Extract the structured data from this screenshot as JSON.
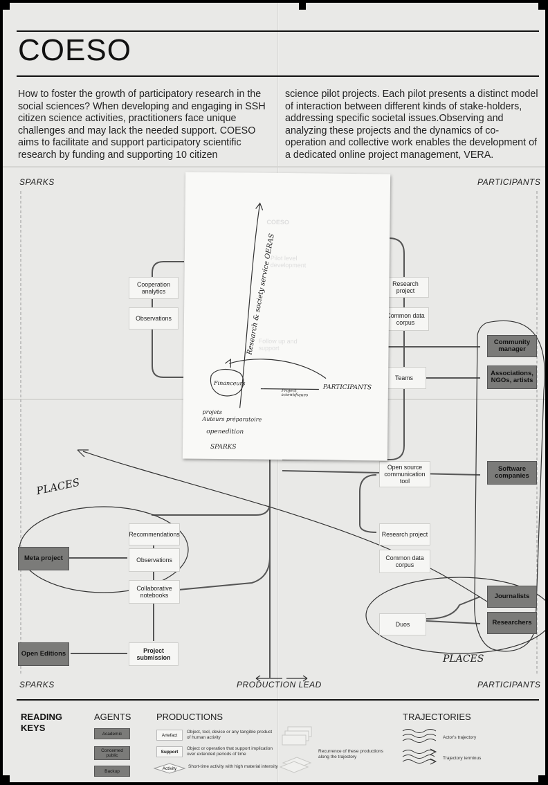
{
  "title": "COESO",
  "intro": {
    "left": "How to foster the growth of participatory research in the social sciences? When developing and engaging in SSH citizen science activities, practitioners face unique challenges and may lack the needed support. COESO aims to facilitate and support participatory scientific research by funding and supporting 10 citizen",
    "right": "science pilot projects.  Each pilot presents a distinct model of interaction between different kinds of stake-holders, addressing specific societal issues.Observing and analyzing these projects and the dynamics of co-operation and collective work enables the development of a dedicated online project management, VERA."
  },
  "corners": {
    "top_left": "SPARKS",
    "top_right": "PARTICIPANTS",
    "bottom_left": "SPARKS",
    "bottom_right": "PARTICIPANTS",
    "axis": "PRODUCTION LEAD"
  },
  "productions": {
    "cooperation_analytics": "Cooperation analytics",
    "observations_top": "Observations",
    "research_project_top": "Research project",
    "common_data_corpus_top": "Common data corpus",
    "teams": "Teams",
    "open_source_tool": "Open source communication tool",
    "research_project_bottom": "Research project",
    "common_data_corpus_bottom": "Common data corpus",
    "duos": "Duos",
    "recommendations": "Recommendations",
    "observations_bottom": "Observations",
    "collaborative_notebooks": "Collaborative notebooks",
    "project_submission": "Project submission"
  },
  "agents": {
    "community_manager": "Community manager",
    "associations": "Associations, NGOs, artists",
    "software_companies": "Software companies",
    "journalists": "Journalists",
    "researchers": "Researchers",
    "meta_project": "Meta project",
    "open_editions": "Open Editions"
  },
  "handwriting": {
    "places_left": "PLACES",
    "places_right": "PLACES",
    "vertical_axis": "Research & society service OERAS",
    "financeurs": "Financeurs",
    "participants": "PARTICIPANTS",
    "project_scientists": "Project scientifiques",
    "projects": "projets",
    "authors": "Auteurs préparatoire",
    "openedition": "openedition",
    "sparks": "SPARKS",
    "faded_lines": [
      "COESO",
      "Pilot level development",
      "Follow up and support"
    ]
  },
  "reading_keys": {
    "heading": "READING KEYS",
    "agents_heading": "AGENTS",
    "agent_items": [
      "Academic",
      "Concerned public",
      "Backup"
    ],
    "productions_heading": "PRODUCTIONS",
    "production_items": [
      {
        "label": "Artefact",
        "desc": "Object, tool, device or any tangible product of human activity"
      },
      {
        "label": "Support",
        "desc": "Object or operation that support implication over extended periods of time"
      },
      {
        "label": "Activity",
        "desc": "Short-time activity with high material intensity"
      }
    ],
    "recurrence": "Recurrence of these productions along the trajectory",
    "trajectories_heading": "TRAJECTORIES",
    "actor_trajectory": "Actor's trajectory",
    "trajectory_terminus": "Trajectory terminus"
  },
  "colors": {
    "paper": "#e9e9e7",
    "agent_fill": "#7b7b79",
    "ink": "#111111"
  }
}
